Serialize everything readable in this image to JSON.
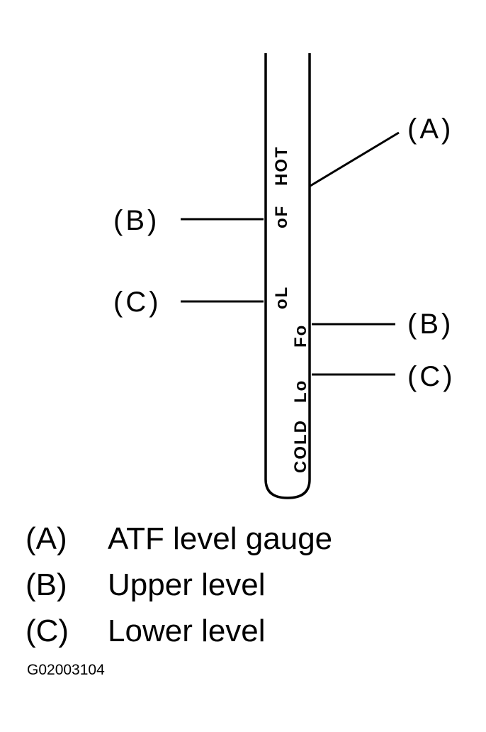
{
  "diagram": {
    "gauge_marks": {
      "hot_f": "oF",
      "hot_label": "HOT",
      "hot_l": "oL",
      "cold_f": "Fo",
      "cold_l": "Lo",
      "cold_label": "COLD"
    },
    "callouts": {
      "a": "(A)",
      "b_left": "(B)",
      "c_left": "(C)",
      "b_right": "(B)",
      "c_right": "(C)"
    }
  },
  "legend": [
    {
      "key": "(A)",
      "text": "ATF level gauge"
    },
    {
      "key": "(B)",
      "text": "Upper level"
    },
    {
      "key": "(C)",
      "text": "Lower level"
    }
  ],
  "figure_id": "G02003104",
  "colors": {
    "ink": "#000000",
    "background": "#ffffff"
  }
}
